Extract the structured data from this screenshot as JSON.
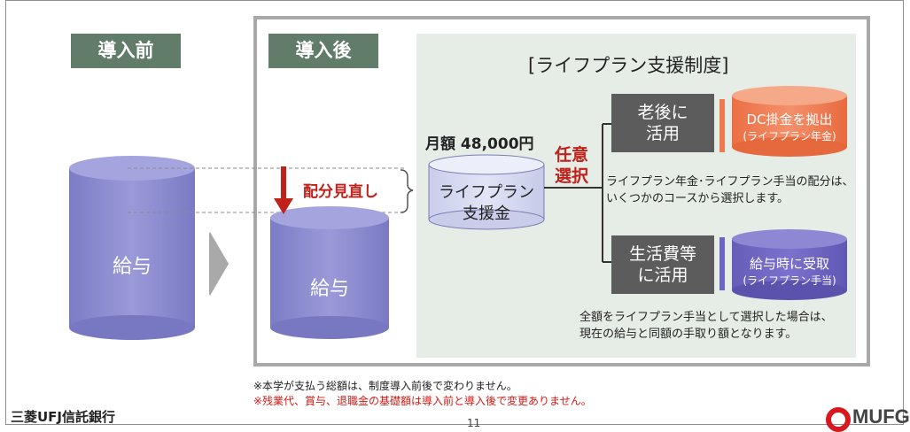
{
  "tags": {
    "before": "導入前",
    "after": "導入後"
  },
  "panel_title": "[ライフプラン支援制度]",
  "cylinders": {
    "before_salary": "給与",
    "after_salary": "給与",
    "support_line1": "ライフプラン",
    "support_line2": "支援金",
    "dc_line1": "DC掛金を拠出",
    "dc_line2": "(ライフプラン年金)",
    "receive_line1": "給与時に受取",
    "receive_line2": "(ライフプラン手当)"
  },
  "monthly_amount": "月額 48,000円",
  "reallocation": "配分見直し",
  "choice_line1": "任意",
  "choice_line2": "選択",
  "boxes": {
    "retirement_line1": "老後に",
    "retirement_line2": "活用",
    "living_line1": "生活費等",
    "living_line2": "に活用"
  },
  "allocation_note_line1": "ライフプラン年金･ライフプラン手当の配分は、",
  "allocation_note_line2": "いくつかのコースから選択します。",
  "full_note_line1": "全額をライフプラン手当として選択した場合は、",
  "full_note_line2": "現在の給与と同額の手取り額となります。",
  "footnotes": {
    "note1": "※本学が支払う総額は、制度導入前後で変わりません。",
    "note2": "※残業代、賞与、退職金の基礎額は導入前と導入後で変更ありません。"
  },
  "footer": {
    "bank": "三菱UFJ信託銀行",
    "page": "11",
    "logo": "MUFG"
  },
  "colors": {
    "tag": "#617d6a",
    "salary_cylinder": "#8c8cd2",
    "support_cylinder": "#d5d9f1",
    "dc_cylinder": "#ef7a4f",
    "receive_cylinder": "#6e66c4",
    "accent_red": "#c0211b",
    "panel": "#e6ece6"
  }
}
